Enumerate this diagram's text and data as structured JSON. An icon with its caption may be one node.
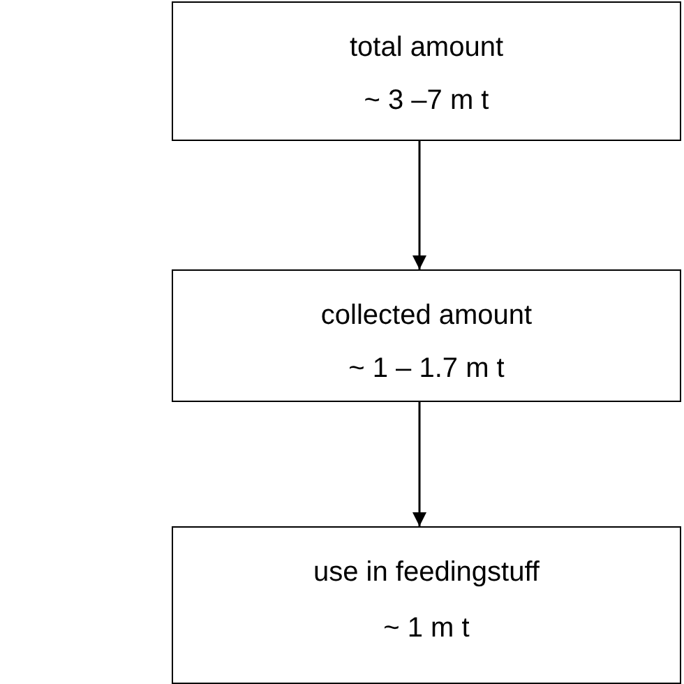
{
  "diagram": {
    "nodes": [
      {
        "text": [
          "total amount",
          "~ 3 –7 m t"
        ]
      },
      {
        "text": [
          "collected amount",
          "~ 1 – 1.7 m t"
        ]
      },
      {
        "text": [
          "use in feedingstuff",
          "~ 1 m t"
        ]
      }
    ],
    "edges": [
      {
        "from": 0,
        "to": 1,
        "arrow": "to"
      },
      {
        "from": 1,
        "to": 2,
        "arrow": "to"
      }
    ]
  }
}
